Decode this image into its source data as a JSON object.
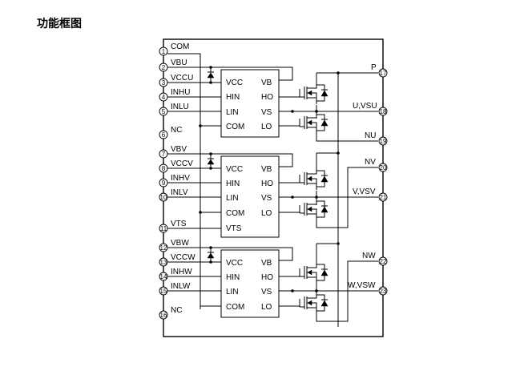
{
  "title": "功能框图",
  "left_pins": [
    {
      "num": "1",
      "label": "COM"
    },
    {
      "num": "2",
      "label": "VBU"
    },
    {
      "num": "3",
      "label": "VCCU"
    },
    {
      "num": "4",
      "label": "INHU"
    },
    {
      "num": "5",
      "label": "INLU"
    },
    {
      "num": "6",
      "label": "NC"
    },
    {
      "num": "7",
      "label": "VBV"
    },
    {
      "num": "8",
      "label": "VCCV"
    },
    {
      "num": "9",
      "label": "INHV"
    },
    {
      "num": "10",
      "label": "INLV"
    },
    {
      "num": "11",
      "label": "VTS"
    },
    {
      "num": "12",
      "label": "VBW"
    },
    {
      "num": "13",
      "label": "VCCW"
    },
    {
      "num": "14",
      "label": "INHW"
    },
    {
      "num": "15",
      "label": "INLW"
    },
    {
      "num": "16",
      "label": "NC"
    }
  ],
  "right_pins": [
    {
      "num": "17",
      "label": "P"
    },
    {
      "num": "18",
      "label": "U,VSU"
    },
    {
      "num": "19",
      "label": "NU"
    },
    {
      "num": "20",
      "label": "NV"
    },
    {
      "num": "21",
      "label": "V,VSV"
    },
    {
      "num": "22",
      "label": "NW"
    },
    {
      "num": "23",
      "label": "W,VSW"
    }
  ],
  "drivers": [
    {
      "left": [
        "VCC",
        "HIN",
        "LIN",
        "COM"
      ],
      "right": [
        "VB",
        "HO",
        "VS",
        "LO"
      ]
    },
    {
      "left": [
        "VCC",
        "HIN",
        "LIN",
        "COM",
        "VTS"
      ],
      "right": [
        "VB",
        "HO",
        "VS",
        "LO"
      ]
    },
    {
      "left": [
        "VCC",
        "HIN",
        "LIN",
        "COM"
      ],
      "right": [
        "VB",
        "HO",
        "VS",
        "LO"
      ]
    }
  ]
}
